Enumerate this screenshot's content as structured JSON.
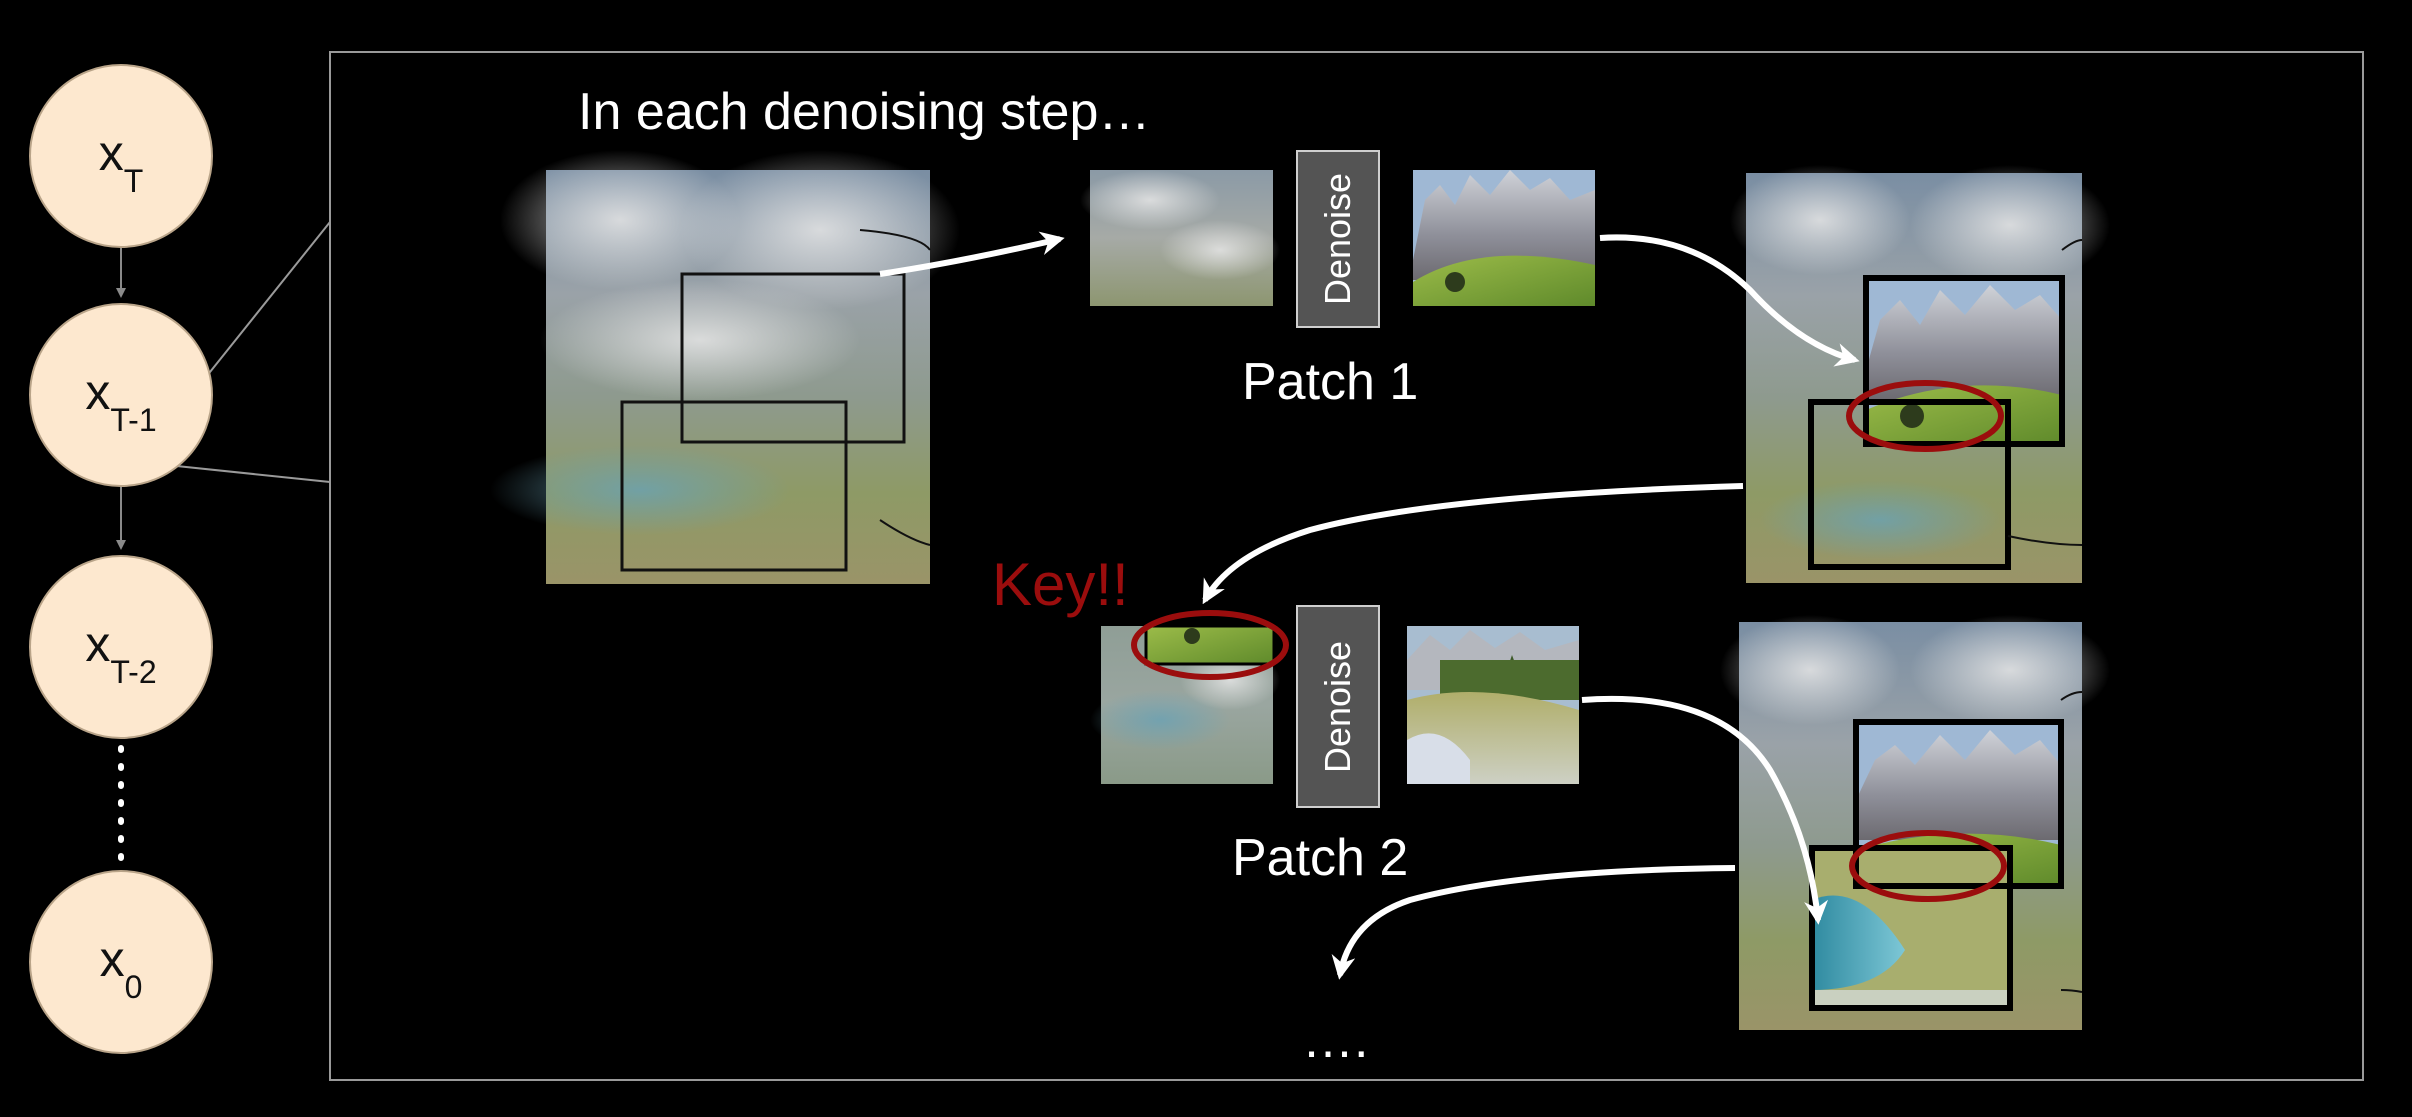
{
  "chain": {
    "nodes": [
      {
        "base": "x",
        "sub": "T"
      },
      {
        "base": "x",
        "sub": "T-1"
      },
      {
        "base": "x",
        "sub": "T-2"
      },
      {
        "base": "x",
        "sub": "0"
      }
    ]
  },
  "panel": {
    "title": "In each denoising step…",
    "denoise_label": "Denoise",
    "patch1_label": "Patch 1",
    "patch2_label": "Patch 2",
    "key_label": "Key!!",
    "ellipsis": "…."
  },
  "colors": {
    "background": "#000000",
    "node_fill": "#fde8cf",
    "highlight": "#9b0d0d",
    "denoise_fill": "#545454",
    "arrow": "#ffffff"
  }
}
